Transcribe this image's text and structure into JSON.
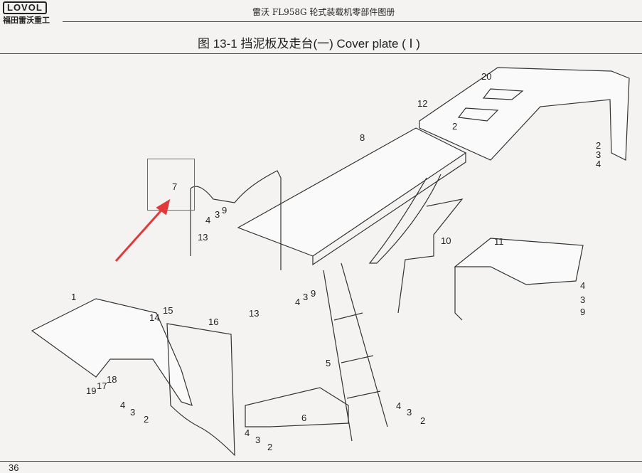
{
  "header": {
    "logo_text": "LOVOL",
    "logo_subtext": "福田雷沃重工",
    "book_title": "雷沃 FL958G 轮式装载机零部件图册"
  },
  "figure": {
    "title": "图 13-1   挡泥板及走台(一)  Cover plate ( Ⅰ )"
  },
  "callouts": [
    "20",
    "12",
    "2",
    "8",
    "2",
    "3",
    "4",
    "7",
    "4",
    "3",
    "9",
    "13",
    "10",
    "11",
    "4",
    "3",
    "9",
    "1",
    "15",
    "14",
    "16",
    "4",
    "3",
    "9",
    "13",
    "5",
    "18",
    "17",
    "19",
    "4",
    "3",
    "2",
    "6",
    "4",
    "3",
    "2",
    "4",
    "3",
    "2"
  ],
  "page_number": "36",
  "annotation": {
    "color": "#e23a3a"
  }
}
